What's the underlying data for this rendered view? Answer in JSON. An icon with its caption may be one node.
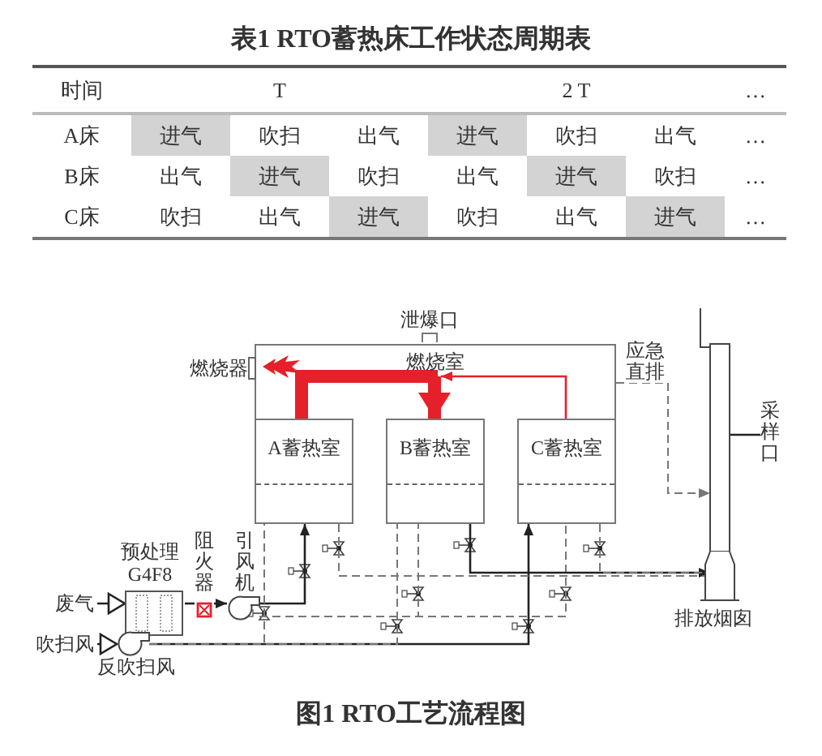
{
  "diagram": {
    "title": "表1 RTO蓄热床工作状态周期表",
    "caption": "图1 RTO工艺流程图",
    "nodes": [
      {
        "text": [
          "燃烧室"
        ]
      },
      {
        "text": [
          "泄爆口"
        ]
      },
      {
        "text": [
          "燃烧器"
        ]
      },
      {
        "text": [
          "A蓄热室"
        ]
      },
      {
        "text": [
          "B蓄热室"
        ]
      },
      {
        "text": [
          "C蓄热室"
        ]
      },
      {
        "text": [
          "废气"
        ]
      },
      {
        "text": [
          "预处理",
          "G4F8"
        ]
      },
      {
        "text": [
          "阻火器"
        ]
      },
      {
        "text": [
          "引风机"
        ]
      },
      {
        "text": [
          "吹扫风"
        ]
      },
      {
        "text": [
          "反吹扫风"
        ]
      },
      {
        "text": [
          "排放烟囱"
        ]
      },
      {
        "text": [
          "采样口"
        ]
      }
    ],
    "edges": [
      {
        "from": 6,
        "to": 7,
        "arrow": "to"
      },
      {
        "from": 7,
        "to": 8,
        "arrow": "none"
      },
      {
        "from": 8,
        "to": 9,
        "arrow": "to"
      },
      {
        "from": 9,
        "to": 3,
        "arrow": "to"
      },
      {
        "from": 9,
        "to": 4,
        "arrow": "none",
        "style": "dashed"
      },
      {
        "from": 9,
        "to": 5,
        "arrow": "none",
        "style": "dashed"
      },
      {
        "from": 10,
        "to": 11,
        "arrow": "to"
      },
      {
        "from": 11,
        "to": 5,
        "arrow": "to"
      },
      {
        "from": 11,
        "to": 3,
        "arrow": "none",
        "style": "dashed"
      },
      {
        "from": 11,
        "to": 4,
        "arrow": "none",
        "style": "dashed"
      },
      {
        "from": 3,
        "to": 0,
        "arrow": "none",
        "style": "thick",
        "color": "#e5202a"
      },
      {
        "from": 0,
        "to": 4,
        "arrow": "to",
        "style": "thick",
        "color": "#e5202a"
      },
      {
        "from": 5,
        "to": 0,
        "arrow": "to",
        "color": "#e5202a"
      },
      {
        "from": 4,
        "to": 12,
        "arrow": "to"
      },
      {
        "from": 3,
        "to": 12,
        "arrow": "none",
        "style": "dashed"
      },
      {
        "from": 5,
        "to": 12,
        "arrow": "none",
        "style": "dashed"
      },
      {
        "from": 0,
        "to": 12,
        "arrow": "to",
        "style": "dashed",
        "label": "应急直排"
      },
      {
        "from": 13,
        "to": 12,
        "arrow": "none"
      }
    ],
    "labels": [
      "时间",
      "T",
      "2 T",
      "…",
      "A床",
      "进气",
      "吹扫",
      "出气",
      "进气",
      "吹扫",
      "出气",
      "…",
      "B床",
      "出气",
      "进气",
      "吹扫",
      "出气",
      "进气",
      "吹扫",
      "…",
      "C床",
      "吹扫",
      "出气",
      "进气",
      "吹扫",
      "出气",
      "进气",
      "…"
    ]
  }
}
